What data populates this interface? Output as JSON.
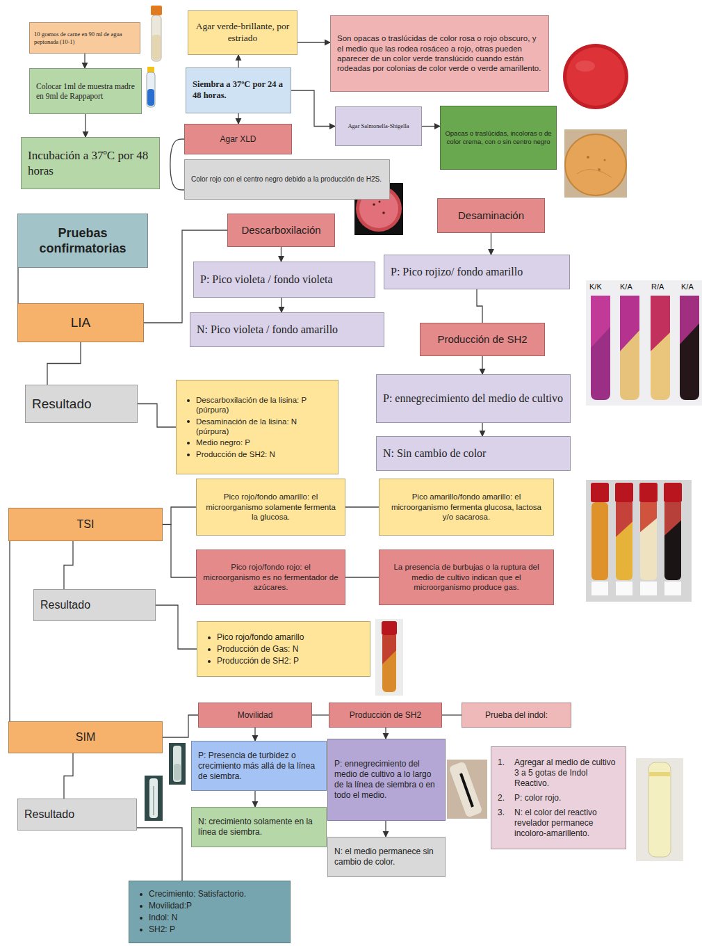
{
  "diagram": {
    "nodes": [
      {
        "text": [
          "10 gramos de carne en 90 ml de agua peptonada (10-1)"
        ]
      },
      {
        "text": [
          "Colocar 1ml de muestra madre en 9ml de Rappaport"
        ]
      },
      {
        "text": [
          "Incubación a 37ºC por 48 horas"
        ]
      },
      {
        "text": [
          "Agar verde-brillante, por estriado"
        ]
      },
      {
        "text": [
          "Son opacas o traslúcidas de color rosa o rojo obscuro, y el medio que las rodea rosáceo a rojo, otras pueden aparecer de un color verde translúcido cuando están rodeadas por colonias de color verde o verde amarillento."
        ]
      },
      {
        "text": [
          "Siembra a 37ºC por 24 a 48 horas."
        ]
      },
      {
        "text": [
          "Agar Salmonella-Shigella"
        ]
      },
      {
        "text": [
          "Opacas o traslúcidas, incoloras o de color crema, con o sin centro negro"
        ]
      },
      {
        "text": [
          "Agar XLD"
        ]
      },
      {
        "text": [
          "Color rojo con el centro negro debido a la producción de H2S."
        ]
      },
      {
        "text": [
          "Pruebas confirmatorias"
        ]
      },
      {
        "text": [
          "Descarboxilación"
        ]
      },
      {
        "text": [
          "Desaminación"
        ]
      },
      {
        "text": [
          "P: Pico violeta / fondo violeta"
        ]
      },
      {
        "text": [
          "P: Pico rojizo/ fondo amarillo"
        ]
      },
      {
        "text": [
          "LIA"
        ]
      },
      {
        "text": [
          "N: Pico violeta / fondo amarillo"
        ]
      },
      {
        "text": [
          "Producción de SH2"
        ]
      },
      {
        "text": [
          "Resultado"
        ]
      },
      {
        "text": [
          "Descarboxilación de la lisina: P (púrpura)",
          "Desaminación de la lisina: N (púrpura)",
          "Medio negro: P",
          "Producción de SH2: N"
        ]
      },
      {
        "text": [
          "P: ennegrecimiento del medio de cultivo"
        ]
      },
      {
        "text": [
          "N: Sin cambio de color"
        ]
      },
      {
        "text": [
          "TSI"
        ]
      },
      {
        "text": [
          "Pico rojo/fondo amarillo: el microorganismo solamente fermenta la glucosa."
        ]
      },
      {
        "text": [
          "Pico amarillo/fondo amarillo: el microorganismo fermenta glucosa, lactosa y/o sacarosa."
        ]
      },
      {
        "text": [
          "Pico rojo/fondo rojo: el microorganismo es no fermentador de azúcares."
        ]
      },
      {
        "text": [
          "La presencia de burbujas o la ruptura del medio de cultivo indican que el microorganismo produce gas."
        ]
      },
      {
        "text": [
          "Resultado"
        ]
      },
      {
        "text": [
          "Pico rojo/fondo amarillo",
          "Producción de Gas: N",
          "Producción de SH2: P"
        ]
      },
      {
        "text": [
          "SIM"
        ]
      },
      {
        "text": [
          "Movilidad"
        ]
      },
      {
        "text": [
          "Producción de SH2"
        ]
      },
      {
        "text": [
          "Prueba del indol:"
        ]
      },
      {
        "text": [
          "P: Presencia de turbidez o crecimiento más allá de la línea de siembra."
        ]
      },
      {
        "text": [
          "P: ennegrecimiento del medio de cultivo a lo largo de la línea de siembra o en todo el medio."
        ]
      },
      {
        "text": [
          "1.",
          "Agregar al medio de cultivo 3 a 5 gotas de Indol Reactivo.",
          "2.",
          "P: color rojo.",
          "3.",
          "N: el color del reactivo revelador permanece incoloro-amarillento."
        ]
      },
      {
        "text": [
          "Resultado"
        ]
      },
      {
        "text": [
          "N: crecimiento solamente en la línea de siembra."
        ]
      },
      {
        "text": [
          "N: el medio permanece sin cambio de color."
        ]
      },
      {
        "text": [
          "Crecimiento: Satisfactorio.",
          "Movilidad:P",
          "Indol: N",
          "SH2: P"
        ]
      }
    ],
    "edges": [
      {
        "from": 0,
        "to": 1,
        "arrow": "to"
      },
      {
        "from": 1,
        "to": 2,
        "arrow": "to"
      },
      {
        "from": 5,
        "to": 3,
        "arrow": "to"
      },
      {
        "from": 3,
        "to": 4,
        "arrow": "to"
      },
      {
        "from": 5,
        "to": 6,
        "arrow": "to"
      },
      {
        "from": 6,
        "to": 7,
        "arrow": "to"
      },
      {
        "from": 5,
        "to": 8,
        "arrow": "to"
      },
      {
        "from": 8,
        "to": 9,
        "arrow": "none"
      },
      {
        "from": 10,
        "to": 15,
        "arrow": "none"
      },
      {
        "from": 15,
        "to": 11,
        "arrow": "none"
      },
      {
        "from": 11,
        "to": 13,
        "arrow": "to"
      },
      {
        "from": 13,
        "to": 16,
        "arrow": "to"
      },
      {
        "from": 12,
        "to": 14,
        "arrow": "to"
      },
      {
        "from": 14,
        "to": 17,
        "arrow": "none"
      },
      {
        "from": 17,
        "to": 20,
        "arrow": "to"
      },
      {
        "from": 20,
        "to": 21,
        "arrow": "to"
      },
      {
        "from": 15,
        "to": 18,
        "arrow": "none"
      },
      {
        "from": 18,
        "to": 19,
        "arrow": "none"
      },
      {
        "from": 22,
        "to": 23,
        "arrow": "none"
      },
      {
        "from": 23,
        "to": 24,
        "arrow": "none"
      },
      {
        "from": 22,
        "to": 25,
        "arrow": "none"
      },
      {
        "from": 25,
        "to": 26,
        "arrow": "none"
      },
      {
        "from": 22,
        "to": 27,
        "arrow": "none"
      },
      {
        "from": 27,
        "to": 28,
        "arrow": "none"
      },
      {
        "from": 22,
        "to": 29,
        "arrow": "none"
      },
      {
        "from": 29,
        "to": 30,
        "arrow": "none"
      },
      {
        "from": 30,
        "to": 31,
        "arrow": "none"
      },
      {
        "from": 31,
        "to": 32,
        "arrow": "none"
      },
      {
        "from": 30,
        "to": 33,
        "arrow": "to"
      },
      {
        "from": 31,
        "to": 34,
        "arrow": "to"
      },
      {
        "from": 33,
        "to": 37,
        "arrow": "to"
      },
      {
        "from": 34,
        "to": 38,
        "arrow": "to"
      },
      {
        "from": 29,
        "to": 36,
        "arrow": "none"
      },
      {
        "from": 36,
        "to": 39,
        "arrow": "none"
      }
    ],
    "labels": [
      "K/K",
      "K/A",
      "R/A",
      "K/A"
    ]
  }
}
